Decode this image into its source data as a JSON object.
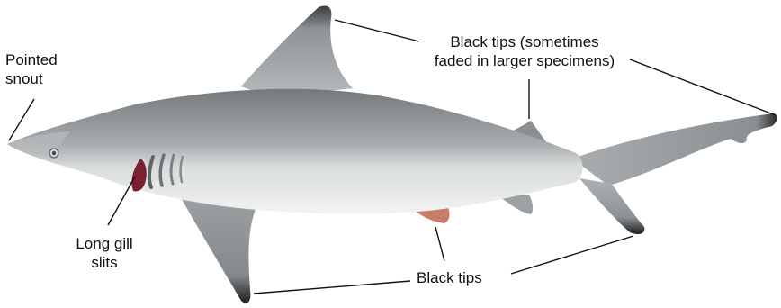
{
  "labels": {
    "snout": {
      "line1": "Pointed",
      "line2": "snout"
    },
    "gill": {
      "line1": "Long gill",
      "line2": "slits"
    },
    "upper_tips": {
      "line1": "Black tips (sometimes",
      "line2": "faded in larger specimens)"
    },
    "lower_tips": {
      "text": "Black tips"
    }
  },
  "colors": {
    "body_top": "#7f8487",
    "body_mid": "#aeb2b4",
    "belly": "#eceeee",
    "fin_tip": "#1c1c1e",
    "gill": "#7a2030",
    "pelvic": "#c86a5a",
    "leader": "#111111"
  }
}
